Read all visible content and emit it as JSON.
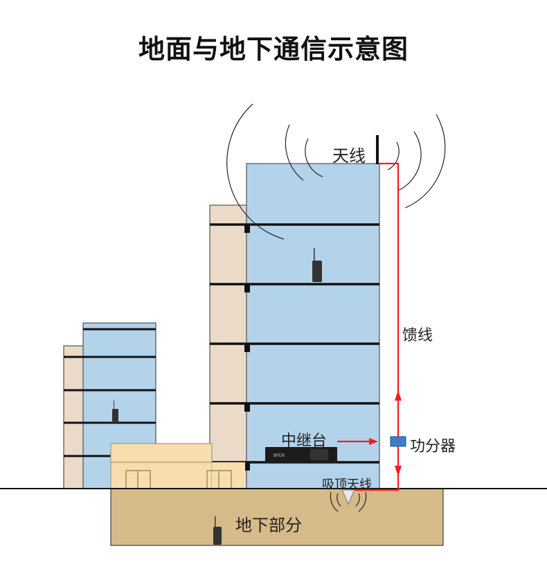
{
  "title": "地面与地下通信示意图",
  "labels": {
    "antenna": "天线",
    "feeder": "馈线",
    "repeater": "中继台",
    "splitter": "功分器",
    "ceiling_antenna": "吸顶天线",
    "underground": "地下部分"
  },
  "colors": {
    "glass": "#b3d3ea",
    "wall": "#ebdac8",
    "lowbuilding": "#f8deae",
    "underground": "#d5bb89",
    "feeder": "#ff1a1a",
    "splitter": "#3a7fc8"
  }
}
